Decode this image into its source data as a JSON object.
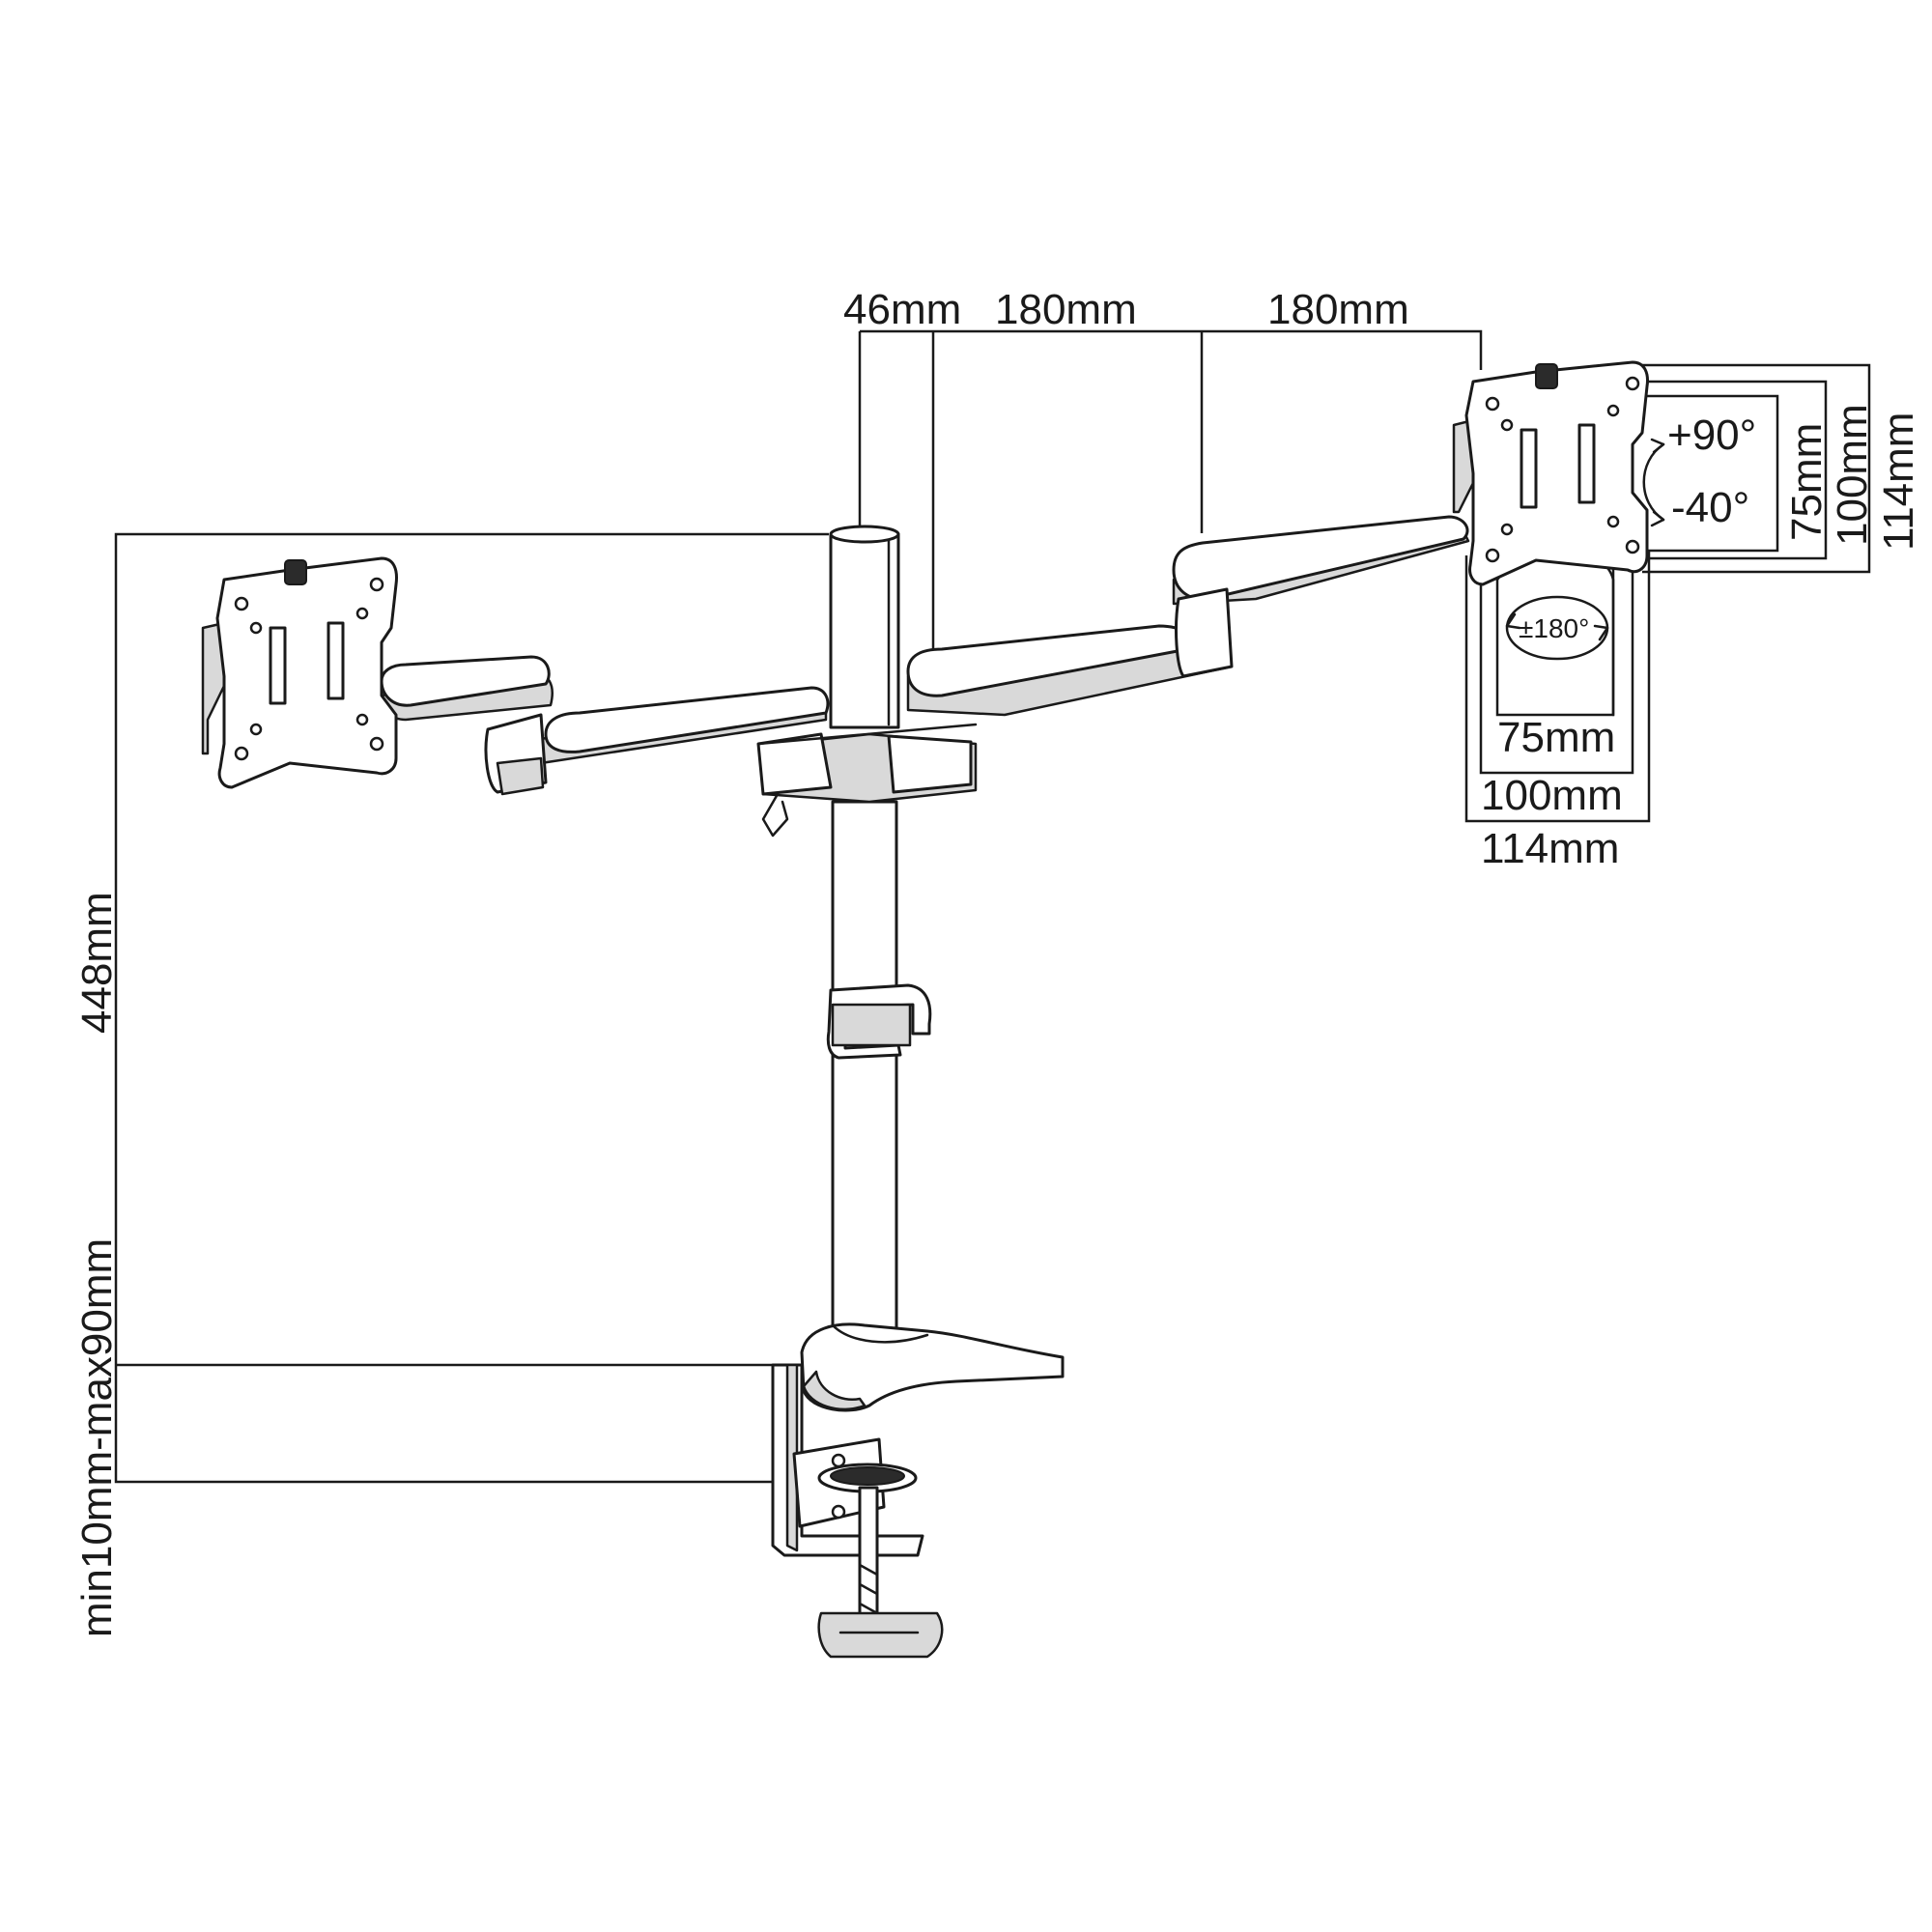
{
  "labels": {
    "pole_depth": "46mm",
    "arm_segment_1": "180mm",
    "arm_segment_2": "180mm",
    "pole_height": "448mm",
    "clamp_range": "min10mm-max90mm",
    "vesa_h_75": "75mm",
    "vesa_h_100": "100mm",
    "vesa_h_114": "114mm",
    "vesa_v_75": "75mm",
    "vesa_v_100": "100mm",
    "vesa_v_114": "114mm",
    "tilt_up": "+90°",
    "tilt_down": "-40°",
    "rotation": "±180°"
  }
}
